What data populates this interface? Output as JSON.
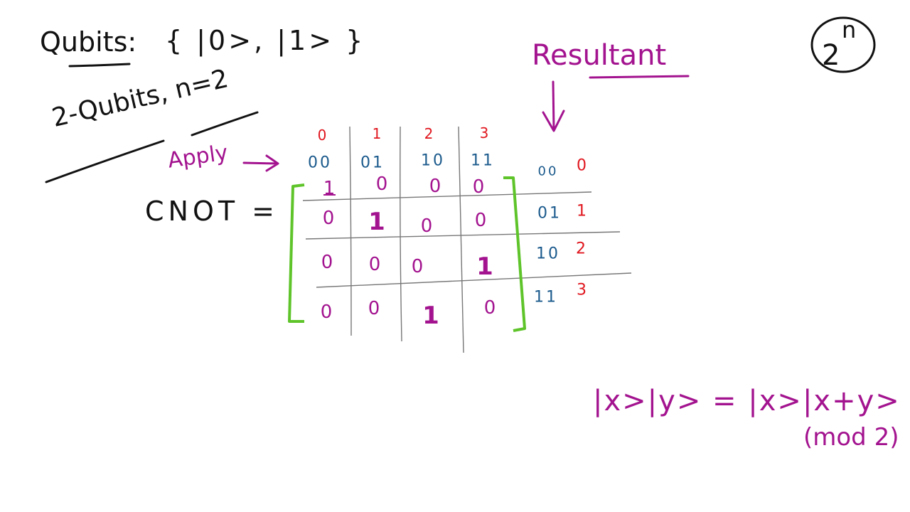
{
  "qubits_label": "Qubits:",
  "qubits_set": "{ |0>, |1> }",
  "two_qubits_label": "2-Qubits, n=2",
  "apply_label": "Apply",
  "cnot_label": "CNOT =",
  "resultant_label": "Resultant",
  "power_base": "2",
  "power_exp": "n",
  "column_indices": [
    "0",
    "1",
    "2",
    "3"
  ],
  "column_binaries": [
    "00",
    "01",
    "10",
    "11"
  ],
  "row_binaries": [
    "00",
    "01",
    "10",
    "11"
  ],
  "row_indices": [
    "0",
    "1",
    "2",
    "3"
  ],
  "matrix_rows": [
    [
      "1",
      "0",
      "0",
      "0"
    ],
    [
      "0",
      "1",
      "0",
      "0"
    ],
    [
      "0",
      "0",
      "0",
      "1"
    ],
    [
      "0",
      "0",
      "1",
      "0"
    ]
  ],
  "formula": "|x>|y> = |x>|x+y>",
  "formula_mod": "(mod 2)",
  "colors": {
    "black": "#111111",
    "magenta": "#a3138f",
    "blue": "#1b5a8c",
    "red": "#e0161e",
    "bracket": "#5ec42a",
    "grid": "#777777"
  }
}
